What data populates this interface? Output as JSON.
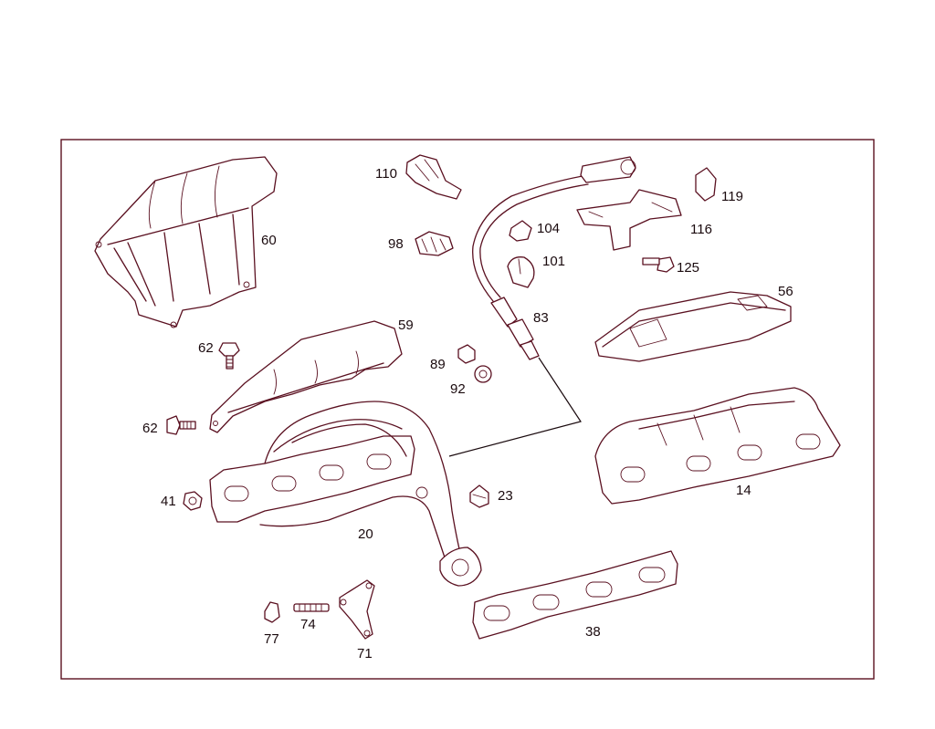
{
  "diagram": {
    "labels": {
      "p14": "14",
      "p20": "20",
      "p23": "23",
      "p38": "38",
      "p41": "41",
      "p56": "56",
      "p59": "59",
      "p60": "60",
      "p62a": "62",
      "p62b": "62",
      "p71": "71",
      "p74": "74",
      "p77": "77",
      "p83": "83",
      "p89": "89",
      "p92": "92",
      "p98": "98",
      "p101": "101",
      "p104": "104",
      "p110": "110",
      "p116": "116",
      "p119": "119",
      "p125": "125"
    }
  }
}
